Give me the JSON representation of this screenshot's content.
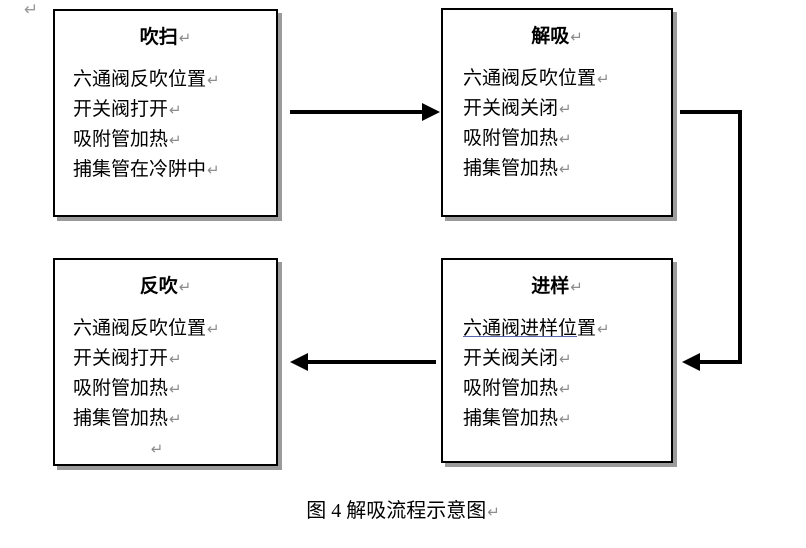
{
  "page": {
    "stray_paragraph_mark": "↵",
    "caption": "图 4 解吸流程示意图",
    "caption_mark": "↵",
    "pilcrow_glyph": "↵",
    "underline_color": "#5566aa",
    "shadow_color": "#9b9b9b",
    "border_color": "#000000",
    "arrow_color": "#000000"
  },
  "boxes": [
    {
      "id": "purge",
      "title": "吹扫",
      "lines": [
        {
          "text": "六通阀反吹位置"
        },
        {
          "text": "开关阀打开"
        },
        {
          "text": "吸附管加热"
        },
        {
          "text": "捕集管在冷阱中"
        }
      ]
    },
    {
      "id": "desorption",
      "title": "解吸",
      "lines": [
        {
          "text": "六通阀反吹位置"
        },
        {
          "text": "开关阀关闭"
        },
        {
          "text": "吸附管加热"
        },
        {
          "text": "捕集管加热"
        }
      ]
    },
    {
      "id": "backflush",
      "title": "反吹",
      "lines": [
        {
          "text": "六通阀反吹位置"
        },
        {
          "text": "开关阀打开"
        },
        {
          "text": "吸附管加热"
        },
        {
          "text": "捕集管加热"
        },
        {
          "text": ""
        }
      ]
    },
    {
      "id": "injection",
      "title": "进样",
      "lines": [
        {
          "underlined": "六通阀进样位",
          "text": "置"
        },
        {
          "text": "开关阀关闭"
        },
        {
          "text": "吸附管加热"
        },
        {
          "text": "捕集管加热"
        }
      ]
    }
  ],
  "arrows": [
    {
      "id": "purge-to-desorption",
      "direction": "right",
      "from": "吹扫",
      "to": "解吸"
    },
    {
      "id": "desorption-to-injection",
      "direction": "down-left",
      "from": "解吸",
      "to": "进样"
    },
    {
      "id": "injection-to-backflush",
      "direction": "left",
      "from": "进样",
      "to": "反吹"
    }
  ]
}
